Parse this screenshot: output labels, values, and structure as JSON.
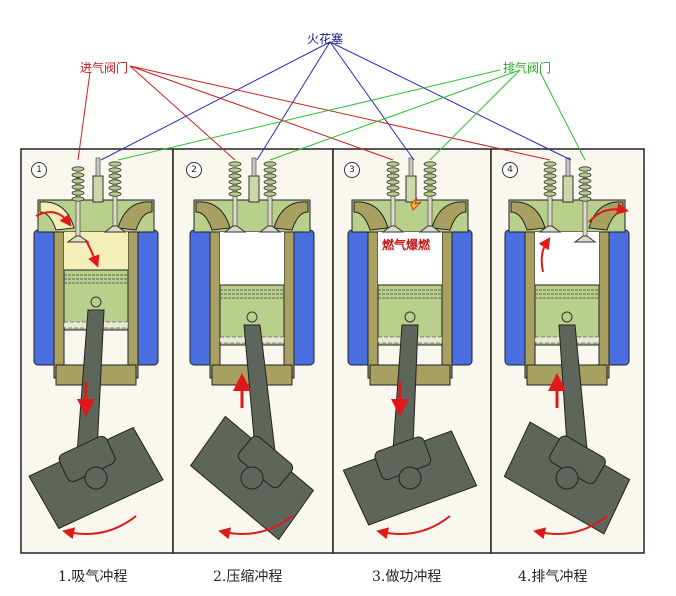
{
  "labels": {
    "spark_plug": "火花塞",
    "intake_valve": "进气阀门",
    "exhaust_valve": "排气阀门",
    "combustion": "燃气爆燃"
  },
  "panels": [
    {
      "number": "1",
      "caption": "1.吸气冲程"
    },
    {
      "number": "2",
      "caption": "2.压缩冲程"
    },
    {
      "number": "3",
      "caption": "3.做功冲程"
    },
    {
      "number": "4",
      "caption": "4.排气冲程"
    }
  ],
  "colors": {
    "spark_plug_label": "#1a1a8c",
    "spark_lines": "#2a2ac8",
    "intake_label": "#c41c1c",
    "intake_lines": "#cc2020",
    "exhaust_label": "#28a828",
    "exhaust_lines": "#2ec02e",
    "cylinder_blue": "#4a6ee0",
    "engine_green": "#b9cf8c",
    "crank_gray": "#5e665c",
    "head_olive": "#a8a060",
    "charge_fill": "#f4eeb8",
    "arrow_red": "#e01818",
    "panel_bg": "#f9f7ee"
  }
}
